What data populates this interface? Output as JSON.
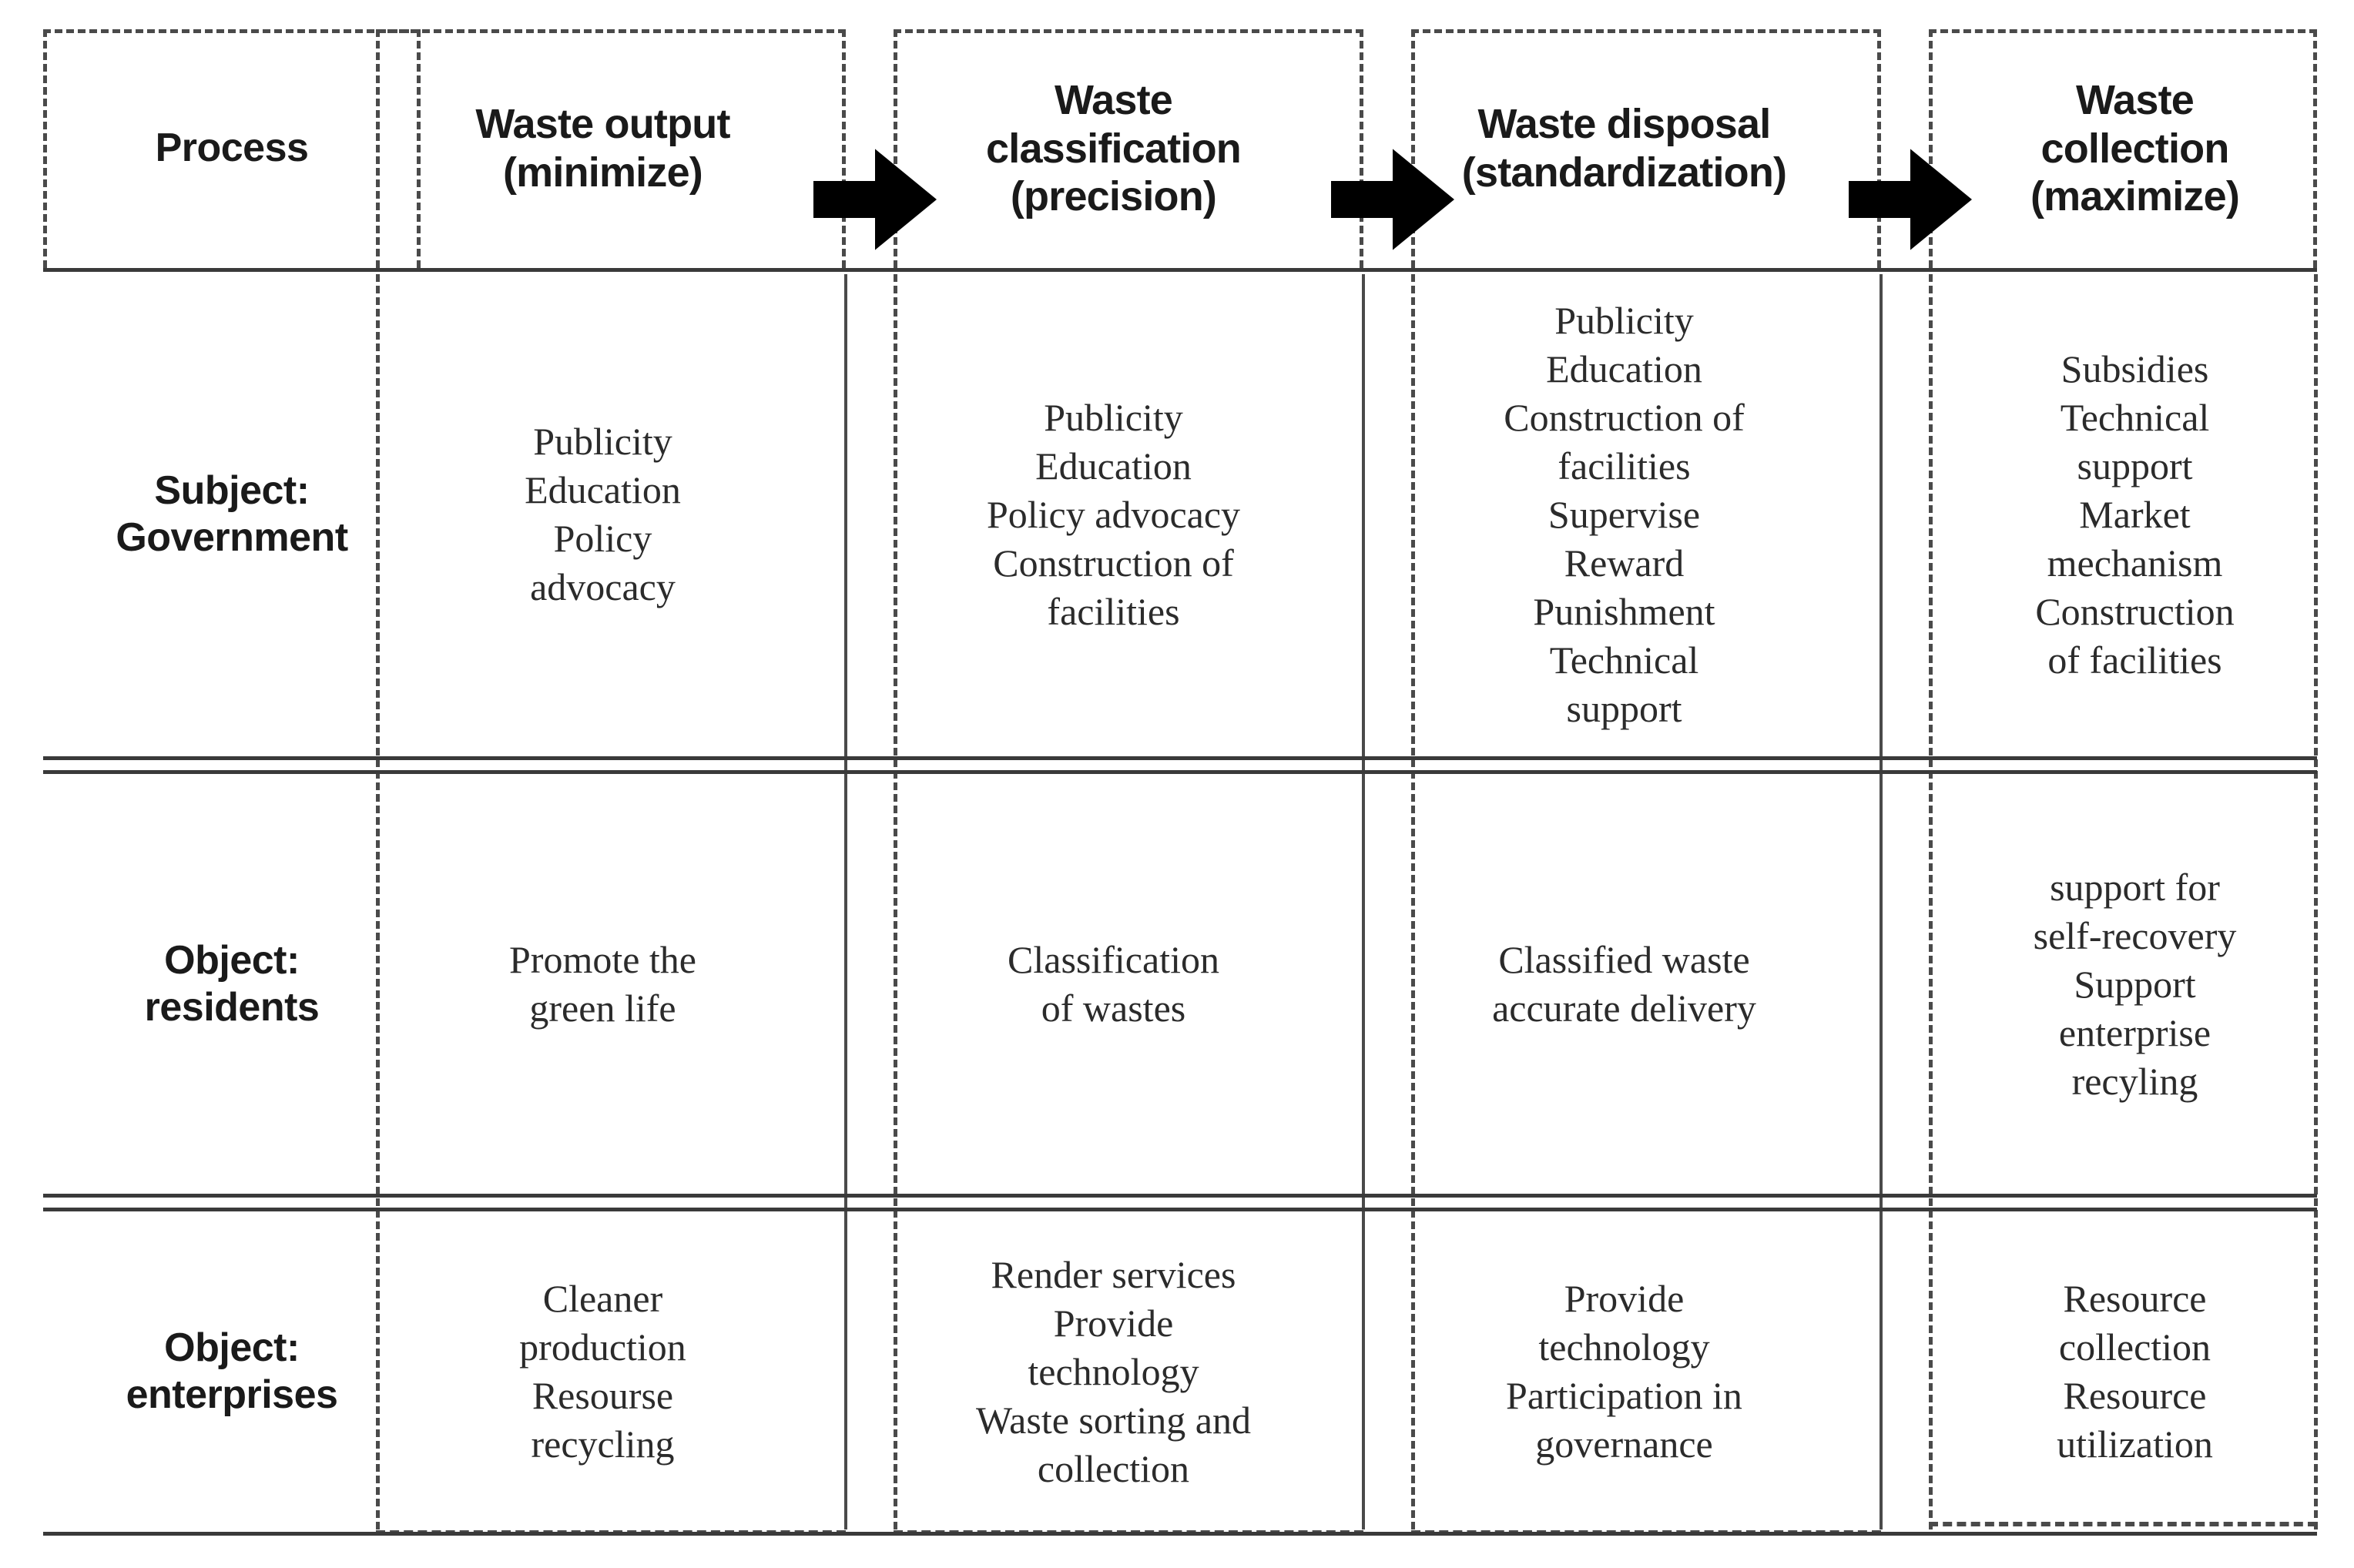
{
  "figure": {
    "type": "process-matrix-diagram",
    "row_label_header": "Process",
    "arrow_icon": "right-block-arrow",
    "stages": [
      {
        "title": "Waste output\n(minimize)"
      },
      {
        "title": "Waste\nclassification\n(precision)"
      },
      {
        "title": "Waste disposal\n(standardization)"
      },
      {
        "title": "Waste\ncollection\n(maximize)"
      }
    ],
    "rows": [
      {
        "label": "Subject:\nGovernment",
        "cells": [
          "Publicity\nEducation\nPolicy\nadvocacy",
          "Publicity\nEducation\nPolicy advocacy\nConstruction of\nfacilities",
          "Publicity\nEducation\nConstruction of\nfacilities\nSupervise\nReward\nPunishment\nTechnical\nsupport",
          "Subsidies\nTechnical\nsupport\nMarket\nmechanism\nConstruction\nof facilities"
        ]
      },
      {
        "label": "Object:\nresidents",
        "cells": [
          "Promote the\ngreen life",
          "Classification\nof wastes",
          "Classified waste\naccurate delivery",
          "support for\nself-recovery\nSupport\nenterprise\nrecyling"
        ]
      },
      {
        "label": "Object:\nenterprises",
        "cells": [
          "Cleaner\nproduction\nResourse\nrecycling",
          "Render services\nProvide\ntechnology\nWaste sorting and\ncollection",
          "Provide\ntechnology\nParticipation in\ngovernance",
          "Resource\ncollection\nResource\nutilization"
        ]
      }
    ],
    "colors": {
      "line": "#3a3a3a",
      "dash": "#4a4a4a",
      "arrow": "#000000",
      "text": "#231f20",
      "background": "#ffffff"
    }
  }
}
